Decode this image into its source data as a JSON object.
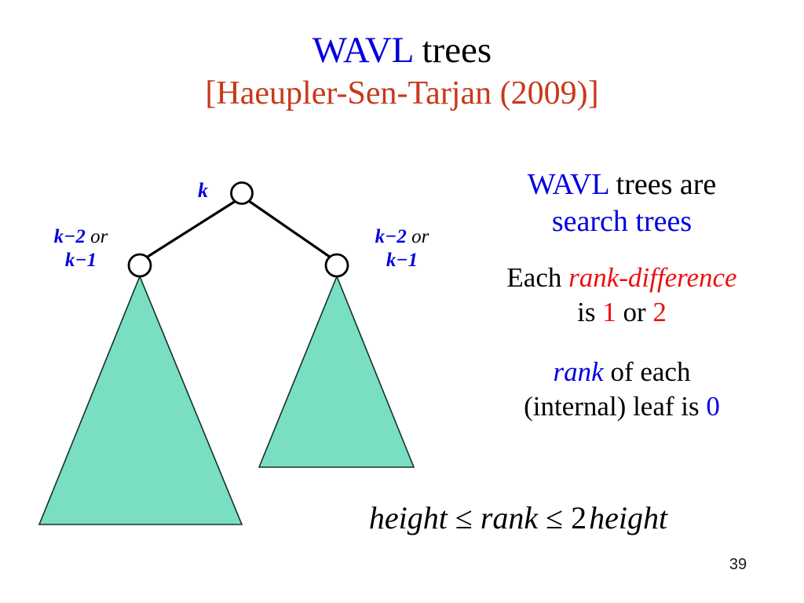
{
  "slide": {
    "page_number": "39",
    "background_color": "#ffffff"
  },
  "title": {
    "part_blue": "WAVL",
    "part_black": " trees",
    "subtitle": "[Haeupler-Sen-Tarjan (2009)]",
    "blue_color": "#0000e0",
    "subtitle_color": "#c8381a"
  },
  "diagram": {
    "root_label": "k",
    "left_label_line1_blue": "k−2",
    "left_label_or": " or",
    "left_label_line2_blue": "k−1",
    "right_label_line1_blue": "k−2",
    "right_label_or": " or",
    "right_label_line2_blue": "k−1",
    "subtree_fill": "#7adec2",
    "node_fill": "#ffffff",
    "stroke_color": "#000000",
    "label_color": "#0000e0"
  },
  "right_text": {
    "block1": {
      "seg1_blue": "WAVL",
      "seg2_black": " trees are",
      "seg3_blue": "search trees"
    },
    "block2": {
      "seg1_black": "Each ",
      "seg2_red_italic": "rank-difference",
      "seg3_black": "is ",
      "seg4_red": "1",
      "seg5_black": " or ",
      "seg6_red": "2"
    },
    "block3": {
      "seg1_blue_italic": "rank",
      "seg2_black": " of each",
      "seg3_black": "(internal) leaf is ",
      "seg4_blue": "0"
    },
    "red_color": "#ee1010",
    "blue_color": "#0000e0"
  },
  "formula": {
    "term1": "height",
    "op1": "≤",
    "term2": "rank",
    "op2": "≤",
    "coefficient": "2",
    "term3": "height"
  }
}
